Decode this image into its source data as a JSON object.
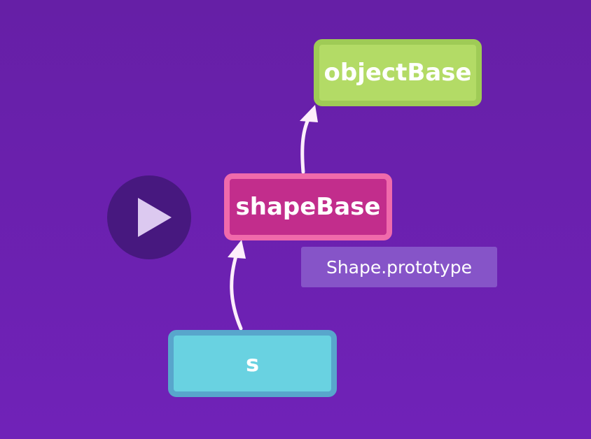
{
  "diagram": {
    "nodes": {
      "object_base": {
        "label": "objectBase"
      },
      "shape_base": {
        "label": "shapeBase"
      },
      "s": {
        "label": "s"
      }
    },
    "prototype_label": "Shape.prototype",
    "edges": [
      {
        "from": "s",
        "to": "shapeBase"
      },
      {
        "from": "shapeBase",
        "to": "objectBase"
      }
    ]
  },
  "controls": {
    "play_icon": "play-icon"
  },
  "colors": {
    "background": "#6a20ae",
    "object_base_fill": "#b3db66",
    "shape_base_fill": "#c22d8c",
    "s_fill": "#69d2e1",
    "prototype_label_fill": "#8654c8",
    "arrow": "#fdeefb",
    "play_button": "#47187f"
  }
}
